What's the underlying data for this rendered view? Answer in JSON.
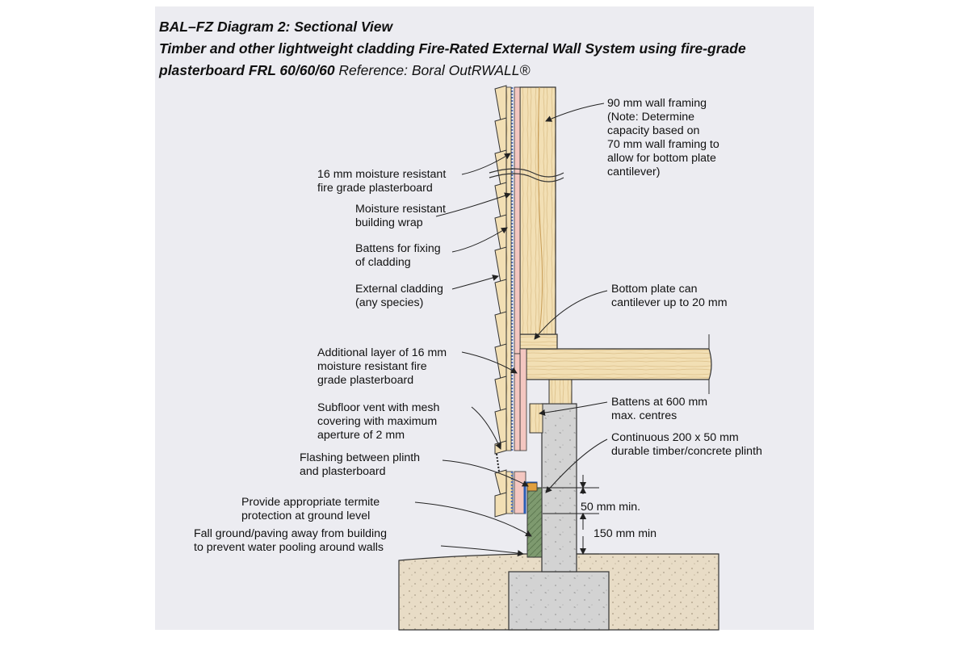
{
  "header": {
    "title_line1": "BAL–FZ Diagram 2: Sectional View",
    "title_line2": "Timber and other lightweight cladding Fire-Rated External Wall System using fire-grade",
    "title_line3_bold": "plasterboard FRL 60/60/60",
    "title_line3_reference": " Reference: Boral OutRWALL®"
  },
  "labels": {
    "wall_framing": "90 mm wall framing\n(Note: Determine\ncapacity based on\n70 mm wall framing to\nallow for bottom plate\ncantilever)",
    "plasterboard": "16 mm moisture resistant\nfire grade plasterboard",
    "building_wrap": "Moisture resistant\nbuilding wrap",
    "battens_fixing": "Battens for fixing\nof cladding",
    "external_cladding": "External cladding\n(any species)",
    "bottom_plate": "Bottom plate can\ncantilever up to 20 mm",
    "additional_layer": "Additional layer of 16 mm\nmoisture resistant fire\ngrade plasterboard",
    "subfloor_vent": "Subfloor vent with mesh\ncovering with maximum\naperture of 2 mm",
    "battens_600": "Battens at 600 mm\nmax. centres",
    "plinth": "Continuous 200 x 50 mm\ndurable timber/concrete plinth",
    "flashing": "Flashing between plinth\nand plasterboard",
    "termite": "Provide appropriate termite\nprotection at ground level",
    "dim_50": "50 mm min.",
    "dim_150": "150 mm min",
    "fall_ground": "Fall ground/paving away from building\nto prevent water pooling around walls"
  },
  "colors": {
    "panel": "#ececf1",
    "timber": "#f2dfb4",
    "timber_grain": "#d9b878",
    "plasterboard": "#f4c7c1",
    "building_wrap": "#4e6fb8",
    "concrete": "#d3d3d3",
    "soil": "#e8dcc6",
    "plinth_timber": "#7e9a6f",
    "flashing": "#2a5cb5",
    "ink": "#222222"
  }
}
